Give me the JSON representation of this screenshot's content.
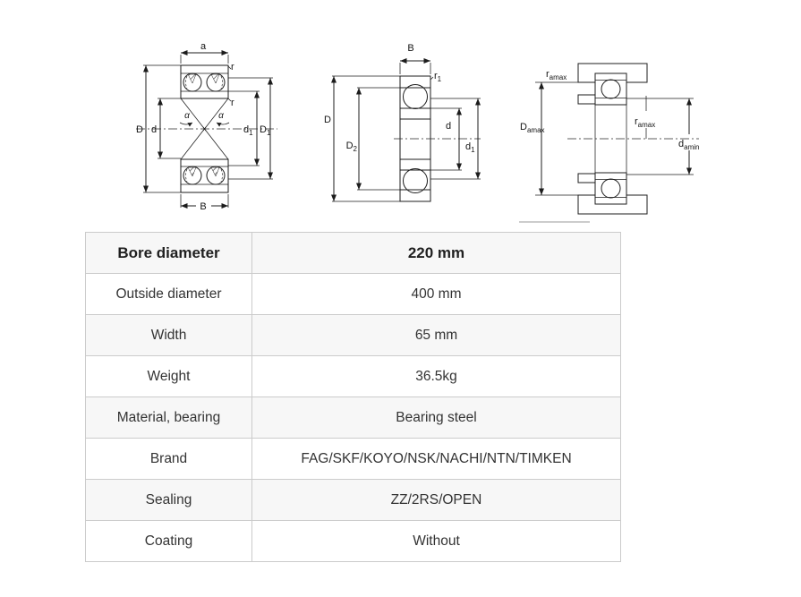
{
  "colors": {
    "blue_fill": "#b9d6e8",
    "blue_dot": "#93bad2",
    "line": "#1c1c1c",
    "table_border": "#cbcbcb",
    "row_alt_bg": "#f7f7f7",
    "text": "#333333"
  },
  "diagrams": {
    "angular": {
      "a": "a",
      "r_top": "r",
      "r_mid": "r",
      "alpha_left": "α",
      "alpha_right": "α",
      "D": "D",
      "d": "d",
      "d1": {
        "base": "d",
        "sub": "1"
      },
      "D1": {
        "base": "D",
        "sub": "1"
      },
      "B": "B"
    },
    "groove": {
      "B": "B",
      "r1": {
        "base": "r",
        "sub": "1"
      },
      "D": "D",
      "D2": {
        "base": "D",
        "sub": "2"
      },
      "d": "d",
      "d1": {
        "base": "d",
        "sub": "1"
      }
    },
    "mounted": {
      "r_amax_top": {
        "base": "r",
        "sub": "amax"
      },
      "D_amax": {
        "base": "D",
        "sub": "amax"
      },
      "r_amax_mid": {
        "base": "r",
        "sub": "amax"
      },
      "d_amin": {
        "base": "d",
        "sub": "amin"
      }
    }
  },
  "table": {
    "rows": [
      {
        "label": "Bore diameter",
        "value": "220 mm"
      },
      {
        "label": "Outside diameter",
        "value": "400 mm"
      },
      {
        "label": "Width",
        "value": "65 mm"
      },
      {
        "label": "Weight",
        "value": "36.5kg"
      },
      {
        "label": "Material, bearing",
        "value": "Bearing steel"
      },
      {
        "label": "Brand",
        "value": "FAG/SKF/KOYO/NSK/NACHI/NTN/TIMKEN"
      },
      {
        "label": "Sealing",
        "value": "ZZ/2RS/OPEN"
      },
      {
        "label": "Coating",
        "value": "Without"
      }
    ]
  }
}
